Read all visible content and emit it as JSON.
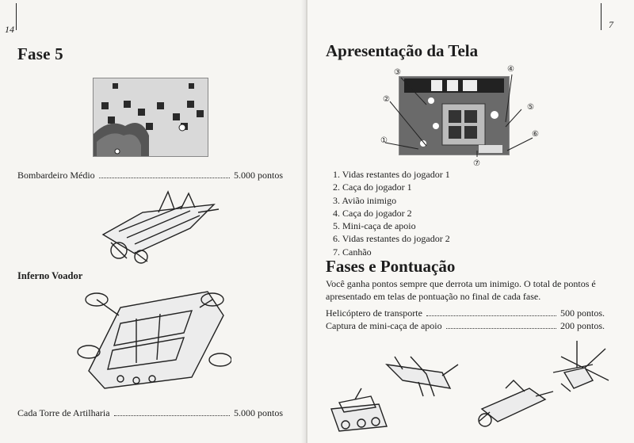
{
  "left_page": {
    "page_number": "14",
    "title": "Fase 5",
    "score_rows": [
      {
        "name": "Bombardeiro Médio",
        "points": "5.000 pontos"
      },
      {
        "name": "Cada Torre de Artilharia",
        "points": "5.000 pontos"
      }
    ],
    "label": "Inferno Voador"
  },
  "right_page": {
    "page_number": "7",
    "title": "Apresentação da Tela",
    "callouts": [
      "③",
      "④",
      "②",
      "⑤",
      "⑥",
      "①",
      "⑦"
    ],
    "legend": [
      "1. Vidas restantes do jogador 1",
      "2. Caça do jogador 1",
      "3. Avião inimigo",
      "4. Caça do jogador 2",
      "5. Mini-caça de apoio",
      "6. Vidas restantes do jogador 2",
      "7. Canhão"
    ],
    "section_title": "Fases e Pontuação",
    "paragraph": "Você ganha pontos sempre que derrota um inimigo. O total de pontos é apresentado em telas de pontuação no final de cada fase.",
    "score_rows": [
      {
        "name": "Helicóptero de transporte",
        "points": "500 pontos."
      },
      {
        "name": "Captura de mini-caça de apoio",
        "points": "200 pontos."
      }
    ]
  }
}
